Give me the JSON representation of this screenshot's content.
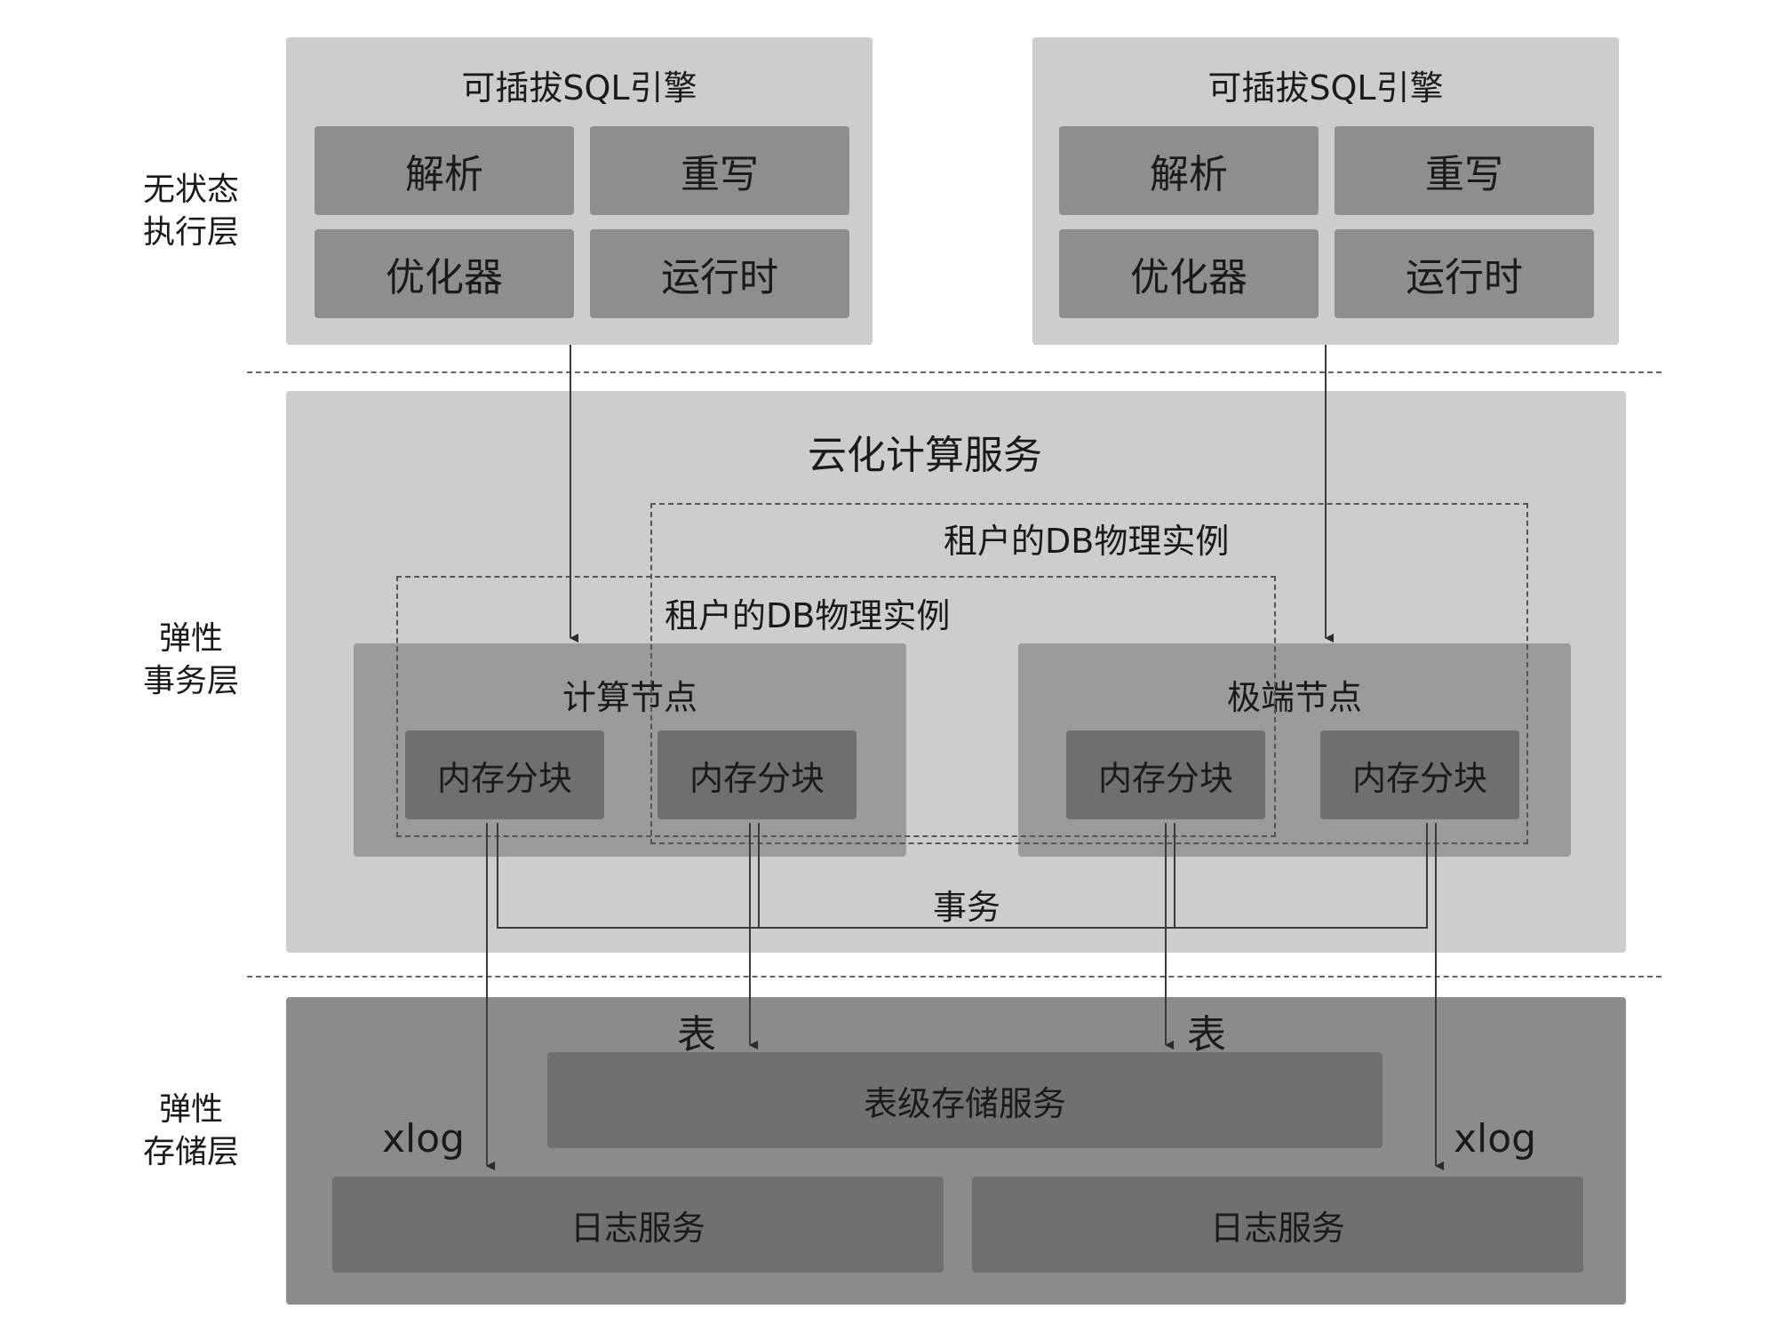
{
  "layers": {
    "stateless": [
      "无状态",
      "执行层"
    ],
    "transaction": [
      "弹性",
      "事务层"
    ],
    "storage": [
      "弹性",
      "存储层"
    ]
  },
  "sql_engines": [
    {
      "title": "可插拔SQL引擎",
      "modules": [
        "解析",
        "重写",
        "优化器",
        "运行时"
      ]
    },
    {
      "title": "可插拔SQL引擎",
      "modules": [
        "解析",
        "重写",
        "优化器",
        "运行时"
      ]
    }
  ],
  "cloud_service": {
    "title": "云化计算服务",
    "tenant_instances": [
      "租户的DB物理实例",
      "租户的DB物理实例"
    ],
    "nodes": [
      {
        "title": "计算节点",
        "blocks": [
          "内存分块",
          "内存分块"
        ]
      },
      {
        "title": "极端节点",
        "blocks": [
          "内存分块",
          "内存分块"
        ]
      }
    ],
    "transaction_label": "事务"
  },
  "storage": {
    "table_labels": [
      "表",
      "表"
    ],
    "xlog_labels": [
      "xlog",
      "xlog"
    ],
    "table_service": "表级存储服务",
    "log_services": [
      "日志服务",
      "日志服务"
    ]
  }
}
